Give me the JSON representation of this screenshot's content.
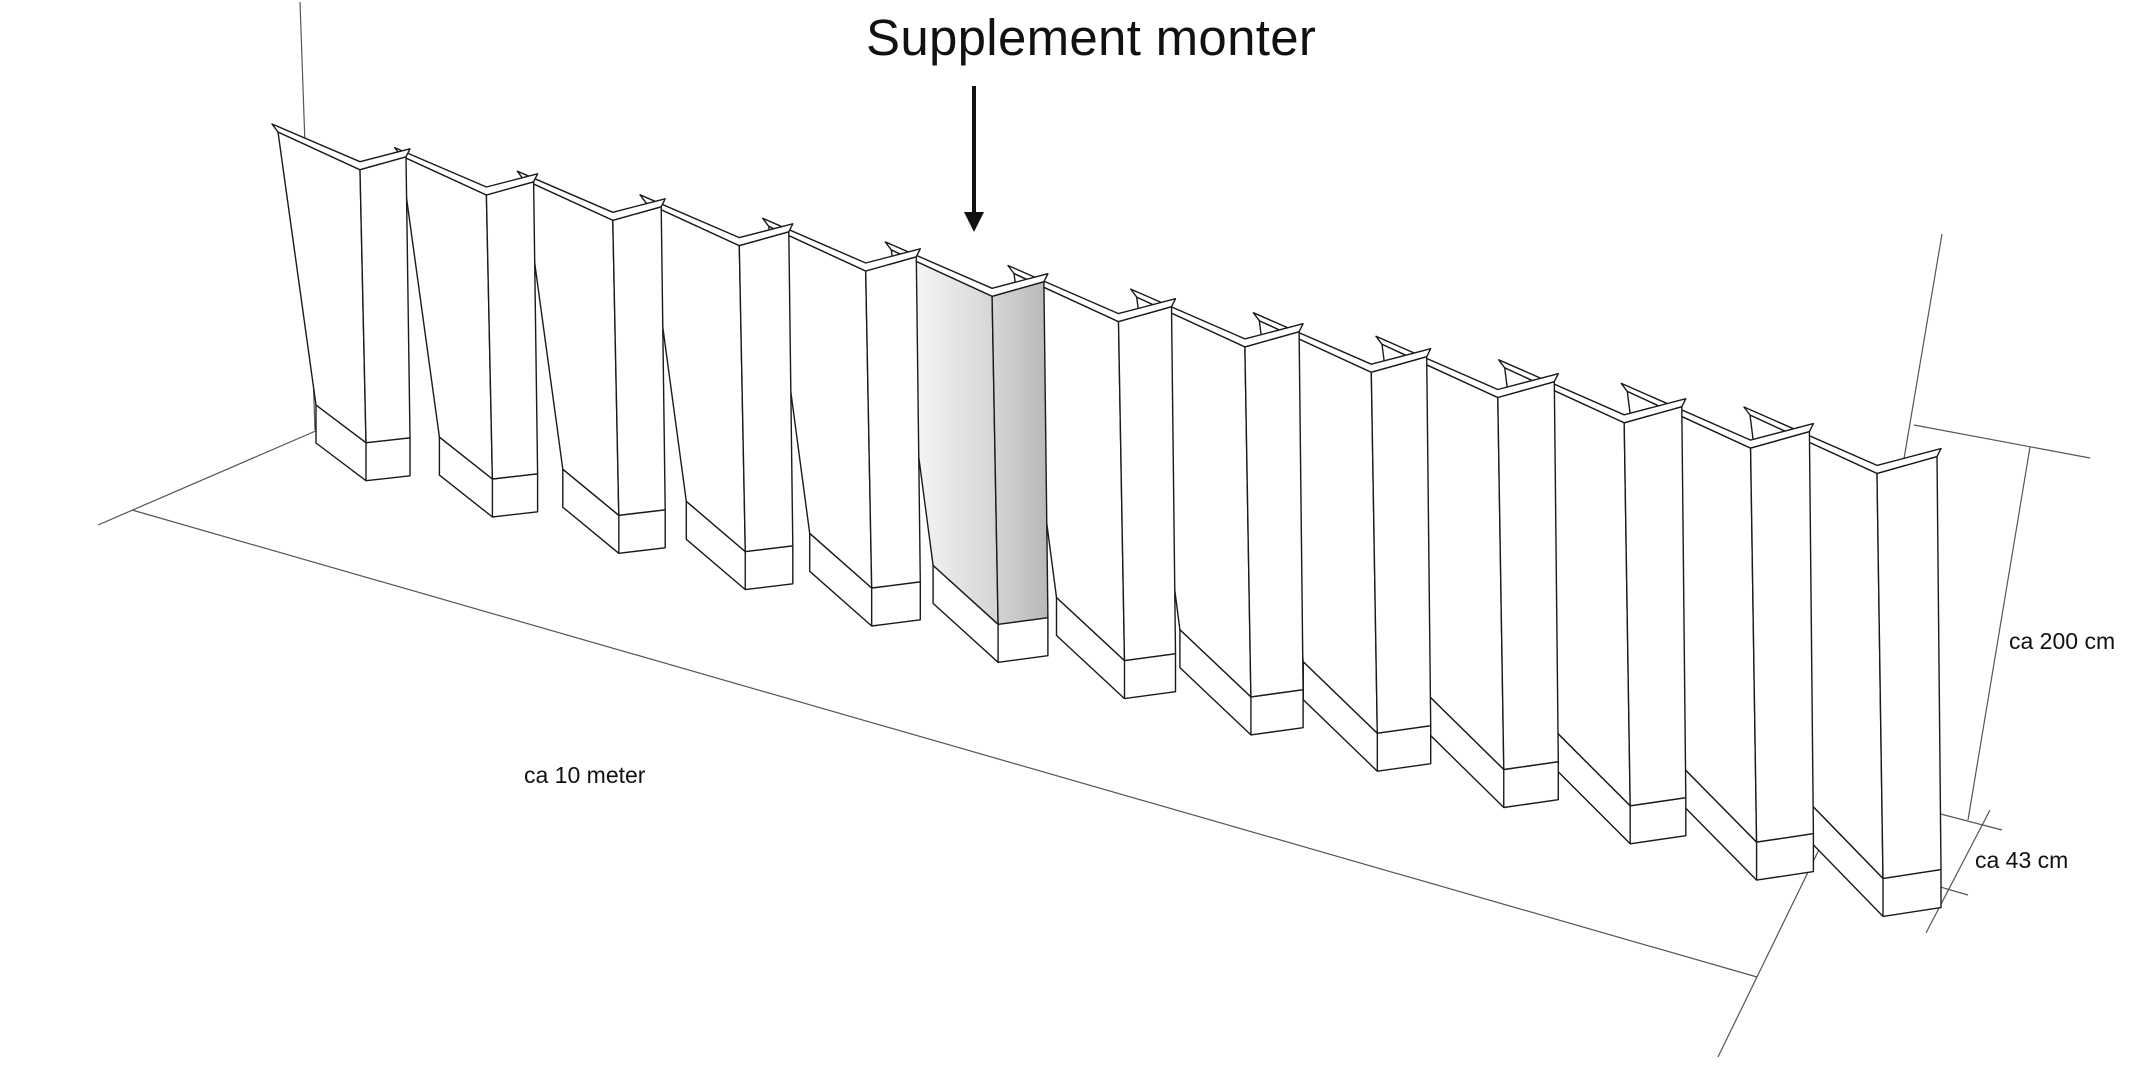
{
  "labels": {
    "title": "Supplement monter",
    "length": "ca 10 meter",
    "height": "ca 200 cm",
    "depth": "ca 43 cm"
  },
  "diagram": {
    "module_count": 13,
    "highlighted_module_index": 5,
    "colors": {
      "line": "#1a1a1a",
      "guide_line": "#555555",
      "face_fill": "#ffffff",
      "highlight_front_start": "#ffffff",
      "highlight_front_end": "#d4d4d4",
      "highlight_side_start": "#d6d6d6",
      "highlight_side_end": "#b8b8b8"
    }
  }
}
